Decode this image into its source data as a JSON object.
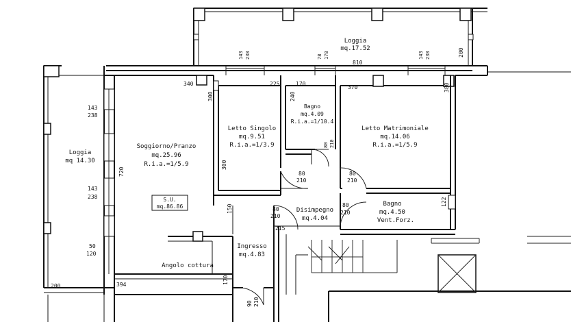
{
  "rooms": {
    "loggia_top": {
      "name": "Loggia",
      "area": "mq.17.52"
    },
    "loggia_left": {
      "name": "Loggia",
      "area": "mq 14.30"
    },
    "soggiorno": {
      "name": "Soggiorno/Pranzo",
      "area": "mq.25.96",
      "ria": "R.i.a.=1/5.9"
    },
    "letto_singolo": {
      "name": "Letto Singolo",
      "area": "mq.9.51",
      "ria": "R.i.a.=1/3.9"
    },
    "bagno_small": {
      "name": "Bagno",
      "area": "mq.4.09",
      "ria": "R.i.a.=1/10.4"
    },
    "letto_matrimoniale": {
      "name": "Letto Matrimoniale",
      "area": "mq.14.06",
      "ria": "R.i.a.=1/5.9"
    },
    "disimpegno": {
      "name": "Disimpegno",
      "area": "mq.4.04"
    },
    "bagno_large": {
      "name": "Bagno",
      "area": "mq.4.50",
      "note": "Vent.Forz."
    },
    "ingresso": {
      "name": "Ingresso",
      "area": "mq.4.83"
    },
    "angolo_cottura": {
      "name": "Angolo cottura"
    }
  },
  "su_box": {
    "label": "S.U.",
    "value": "mq.86.86"
  },
  "dimensions": {
    "d143a": "143",
    "d238a": "238",
    "d78": "78",
    "d178": "178",
    "d810": "810",
    "d143b": "143",
    "d238b": "238",
    "d200top": "200",
    "d340": "340",
    "d225": "225",
    "d170": "170",
    "d370": "370",
    "d380": "380",
    "d300a": "300",
    "d240": "240",
    "d143c": "143",
    "d238c": "238",
    "d143d": "143",
    "d238d": "238",
    "d720": "720",
    "d300b": "300",
    "d80_210_bagno_v": "80",
    "d210_bagno_v": "210",
    "d80_a": "80",
    "d210_a": "210",
    "d80_b": "80",
    "d210_b": "210",
    "d80_c": "80",
    "d210_c": "210",
    "d80_d": "80",
    "d210_d": "210",
    "d150": "150",
    "d215": "215",
    "d122": "122",
    "d50": "50",
    "d120": "120",
    "d200bottom": "200",
    "d394": "394",
    "d170b": "170",
    "d90": "90",
    "d210_e": "210"
  }
}
